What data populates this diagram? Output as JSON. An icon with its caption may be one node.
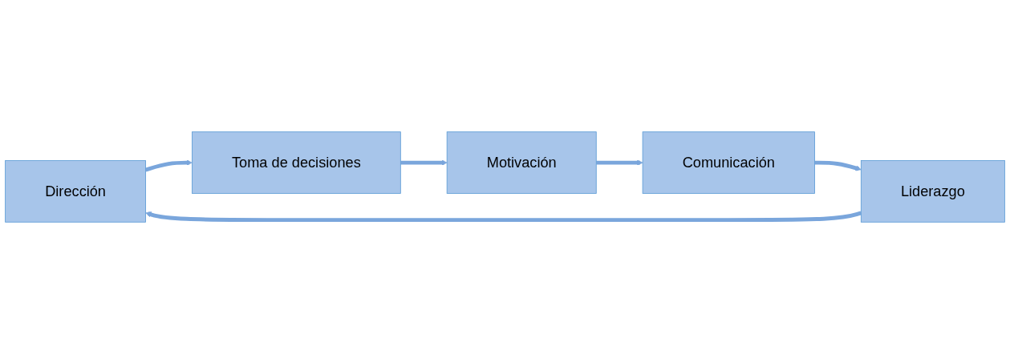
{
  "diagram": {
    "nodes": [
      {
        "text": [
          "Dirección"
        ]
      },
      {
        "text": [
          "Toma de decisiones"
        ]
      },
      {
        "text": [
          "Motivación"
        ]
      },
      {
        "text": [
          "Comunicación"
        ]
      },
      {
        "text": [
          "Liderazgo"
        ]
      }
    ],
    "edges": [
      {
        "from": 0,
        "to": 1,
        "arrow": "to"
      },
      {
        "from": 1,
        "to": 2,
        "arrow": "to"
      },
      {
        "from": 2,
        "to": 3,
        "arrow": "to"
      },
      {
        "from": 3,
        "to": 4,
        "arrow": "to"
      },
      {
        "from": 4,
        "to": 0,
        "arrow": "to"
      }
    ]
  }
}
